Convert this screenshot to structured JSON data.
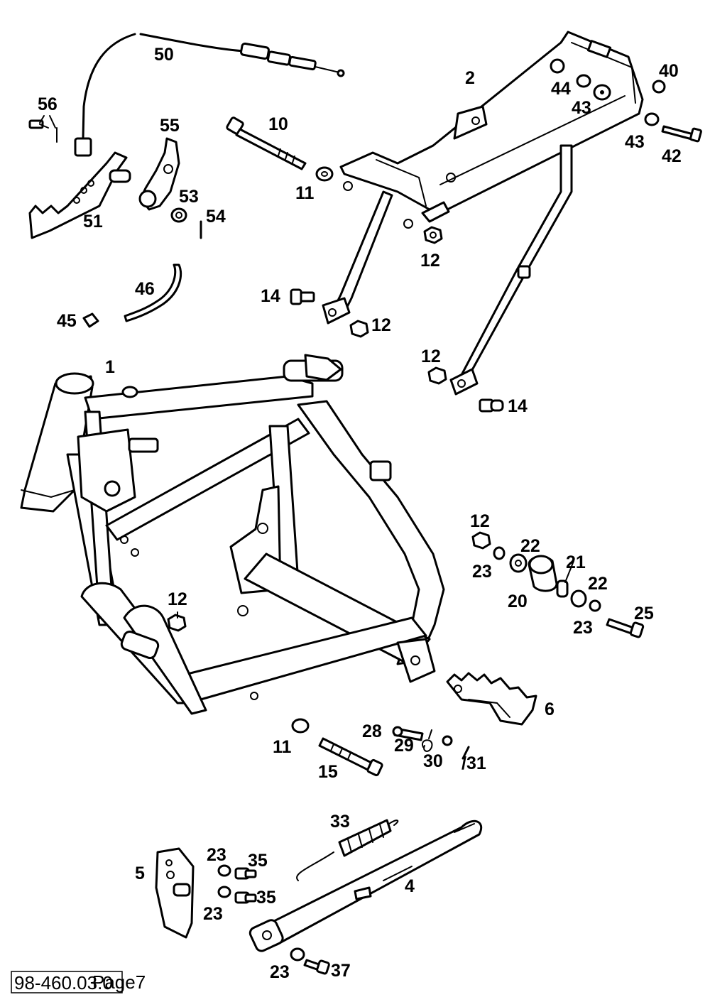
{
  "labels": {
    "l50": "50",
    "l2": "2",
    "l40": "40",
    "l44": "44",
    "l43a": "43",
    "l43b": "43",
    "l42": "42",
    "l56": "56",
    "l55": "55",
    "l10": "10",
    "l53": "53",
    "l54": "54",
    "l51": "51",
    "l11a": "11",
    "l12a": "12",
    "l46": "46",
    "l14a": "14",
    "l45": "45",
    "l12b": "12",
    "l1": "1",
    "l12c": "12",
    "l14b": "14",
    "l12d": "12",
    "l22a": "22",
    "l23a": "23",
    "l21": "21",
    "l22b": "22",
    "l20": "20",
    "l12e": "12",
    "l25": "25",
    "l23b": "23",
    "l6": "6",
    "l28": "28",
    "l11b": "11",
    "l29": "29",
    "l30": "30",
    "l31": "/31",
    "l15": "15",
    "l33": "33",
    "l5": "5",
    "l23c": "23",
    "l35a": "35",
    "l4": "4",
    "l23d": "23",
    "l35b": "35",
    "l23e": "23",
    "l37": "37"
  },
  "footer": {
    "code": "98-460.03.0",
    "page": "Page7"
  }
}
